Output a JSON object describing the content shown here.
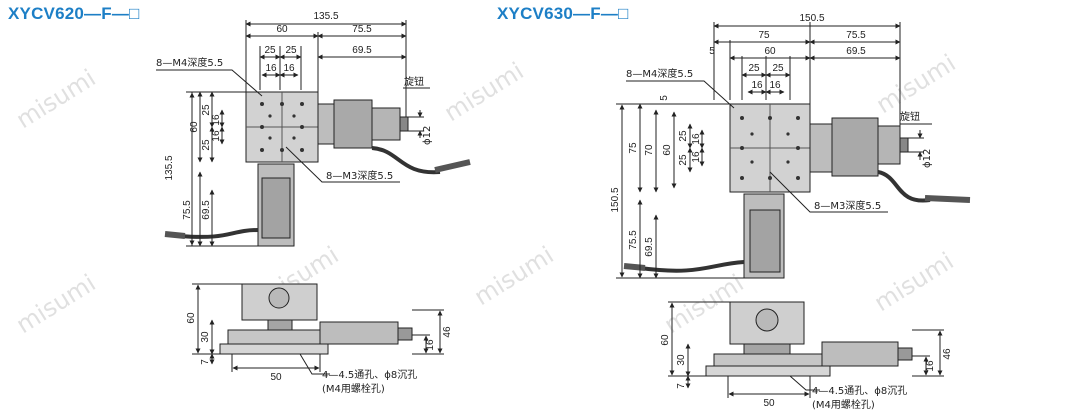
{
  "titles": {
    "left": "XYCV620—F—□",
    "right": "XYCV630—F—□"
  },
  "watermark": "misumi",
  "colors": {
    "title": "#1d7fc6",
    "line": "#222222",
    "body": "#c9c9c9",
    "body_dark": "#8a8a8a",
    "motor": "#a9a9a9"
  },
  "left": {
    "top_dims": [
      "135.5",
      "60",
      "75.5",
      "25",
      "25",
      "69.5",
      "16",
      "16"
    ],
    "side_dims": [
      "25",
      "60",
      "16",
      "16",
      "25",
      "135.5",
      "75.5",
      "69.5"
    ],
    "callouts": {
      "m4": "8—M4深度5.5",
      "m3": "8—M3深度5.5",
      "knob": "旋钮",
      "phi": "ϕ12"
    },
    "bottom_dims": [
      "60",
      "30",
      "7",
      "46",
      "16",
      "50"
    ],
    "hole_note": [
      "4—4.5通孔、ϕ8沉孔",
      "(M4用螺栓孔)"
    ]
  },
  "right": {
    "top_dims": [
      "150.5",
      "5",
      "75",
      "75.5",
      "60",
      "69.5",
      "25",
      "25",
      "16",
      "16"
    ],
    "side_dims": [
      "5",
      "75",
      "70",
      "60",
      "25",
      "16",
      "16",
      "25",
      "150.5",
      "75.5",
      "69.5"
    ],
    "callouts": {
      "m4": "8—M4深度5.5",
      "m3": "8—M3深度5.5",
      "knob": "旋钮",
      "phi": "ϕ12"
    },
    "bottom_dims": [
      "60",
      "30",
      "7",
      "46",
      "16",
      "50"
    ],
    "hole_note": [
      "4—4.5通孔、ϕ8沉孔",
      "(M4用螺栓孔)"
    ]
  }
}
